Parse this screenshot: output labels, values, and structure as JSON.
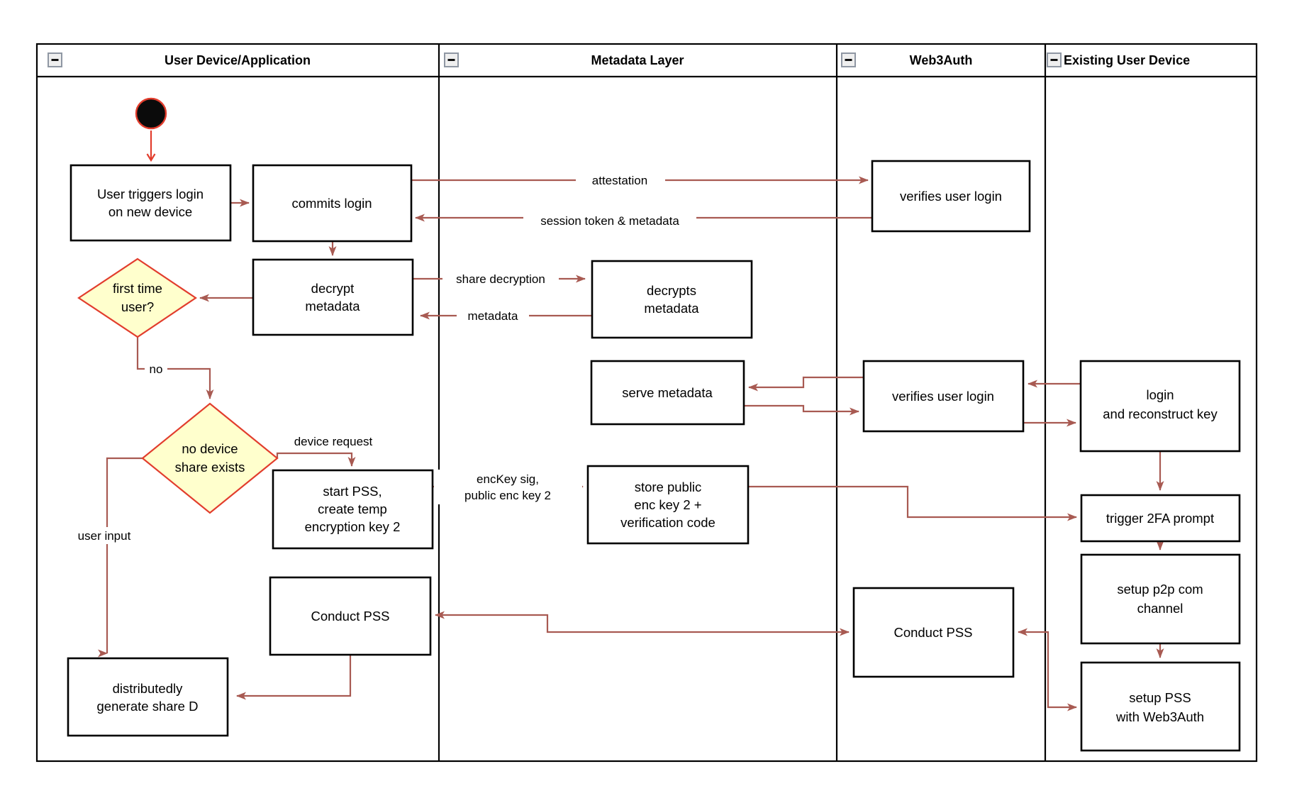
{
  "diagram_title": "Web3Auth new-device login / PSS swimlane activity diagram",
  "colors": {
    "connector": "#a85a52",
    "accent": "#e23d2d",
    "decision_fill": "#ffffcd",
    "node_border": "#000000",
    "lane_border": "#000000"
  },
  "lanes": [
    {
      "title": "User Device/Application",
      "collapse_icon": "minus-icon"
    },
    {
      "title": "Metadata Layer",
      "collapse_icon": "minus-icon"
    },
    {
      "title": "Web3Auth",
      "collapse_icon": "minus-icon"
    },
    {
      "title": "Existing User Device",
      "collapse_icon": "minus-icon"
    }
  ],
  "nodes": {
    "start": {
      "type": "initial-node"
    },
    "user_triggers": {
      "lines": [
        "User triggers login",
        "on new device"
      ]
    },
    "commits_login": {
      "lines": [
        "commits login"
      ]
    },
    "decrypt_metadata": {
      "lines": [
        "decrypt",
        "metadata"
      ]
    },
    "first_time_user": {
      "lines": [
        "first time",
        "user?"
      ]
    },
    "no_device_share": {
      "lines": [
        "no device",
        "share exists"
      ]
    },
    "start_pss": {
      "lines": [
        "start PSS,",
        "create temp",
        "encryption key 2"
      ]
    },
    "conduct_pss_1": {
      "lines": [
        "Conduct PSS"
      ]
    },
    "distributedly": {
      "lines": [
        "distributedly",
        "generate share D"
      ]
    },
    "decrypts_metadata": {
      "lines": [
        "decrypts",
        "metadata"
      ]
    },
    "serve_metadata": {
      "lines": [
        "serve metadata"
      ]
    },
    "store_public": {
      "lines": [
        "store public",
        "enc key 2 +",
        "verification code"
      ]
    },
    "verifies_user_login_1": {
      "lines": [
        "verifies user login"
      ]
    },
    "verifies_user_login_2": {
      "lines": [
        "verifies user login"
      ]
    },
    "conduct_pss_2": {
      "lines": [
        "Conduct PSS"
      ]
    },
    "login_reconstruct": {
      "lines": [
        "login",
        "and reconstruct key"
      ]
    },
    "trigger_2fa": {
      "lines": [
        "trigger 2FA prompt"
      ]
    },
    "p2p_channel": {
      "lines": [
        "setup p2p com",
        "channel"
      ]
    },
    "setup_pss_web3auth": {
      "lines": [
        "setup PSS",
        "with Web3Auth"
      ]
    }
  },
  "edge_labels": {
    "attestation": "attestation",
    "session_token": "session token & metadata",
    "share_decryption": "share decryption",
    "metadata_return": "metadata",
    "no": "no",
    "device_request": "device request",
    "user_input": "user input",
    "enc_key_line1": "encKey sig,",
    "enc_key_line2": "public enc key 2"
  }
}
